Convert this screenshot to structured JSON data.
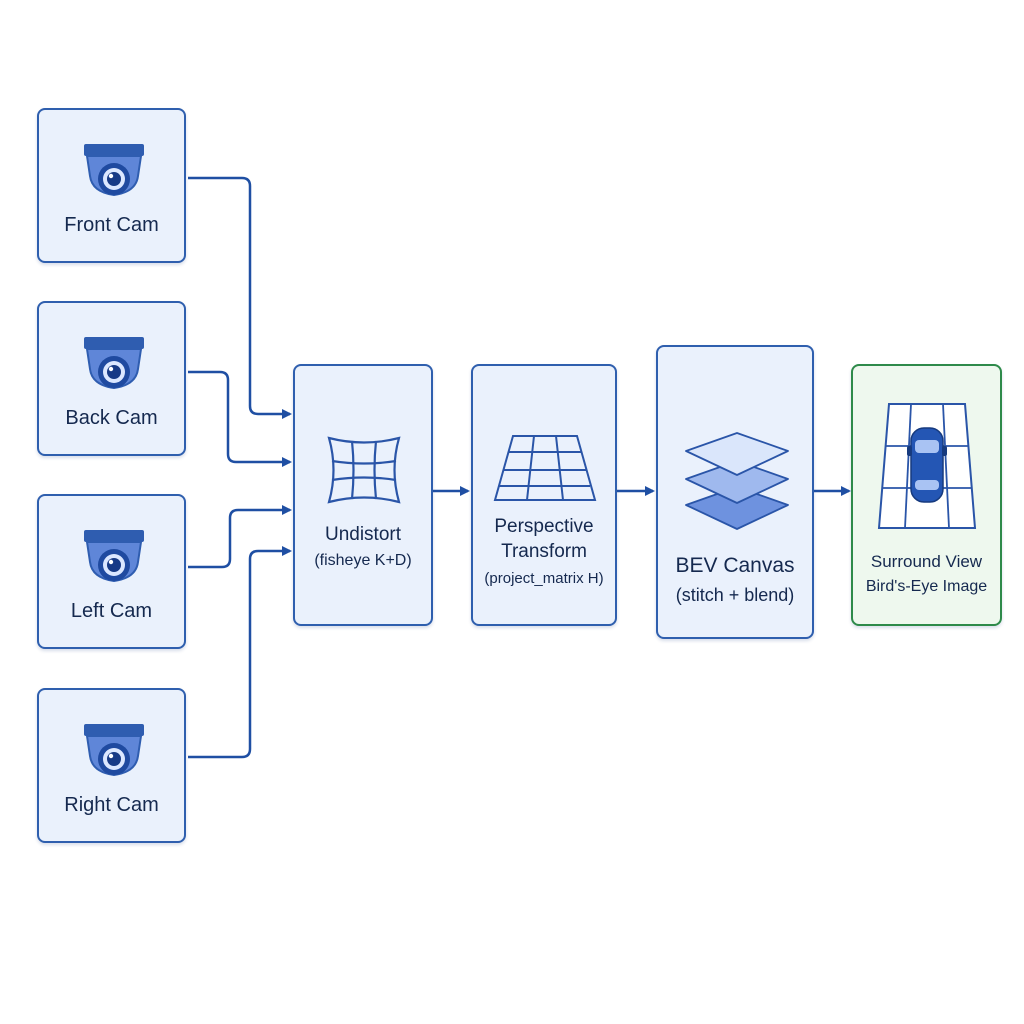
{
  "cameras": [
    {
      "label": "Front Cam"
    },
    {
      "label": "Back Cam"
    },
    {
      "label": "Left Cam"
    },
    {
      "label": "Right Cam"
    }
  ],
  "steps": {
    "undistort": {
      "title": "Undistort",
      "subtitle": "(fisheye K+D)"
    },
    "perspective": {
      "title_line1": "Perspective",
      "title_line2": "Transform",
      "subtitle": "(project_matrix H)"
    },
    "bev": {
      "title": "BEV Canvas",
      "subtitle": "(stitch + blend)"
    },
    "output": {
      "title": "Surround View",
      "subtitle": "Bird's-Eye Image"
    }
  },
  "colors": {
    "line": "#1f4fa3",
    "box_fill": "#eaf1fc",
    "box_border": "#2f5fae",
    "output_fill": "#eef8ee",
    "output_border": "#2e8a4a"
  },
  "icons": {
    "camera": "dome-camera-icon",
    "undistort": "undistort-grid-icon",
    "perspective": "perspective-grid-icon",
    "bev": "stacked-layers-icon",
    "output": "car-top-view-icon"
  }
}
